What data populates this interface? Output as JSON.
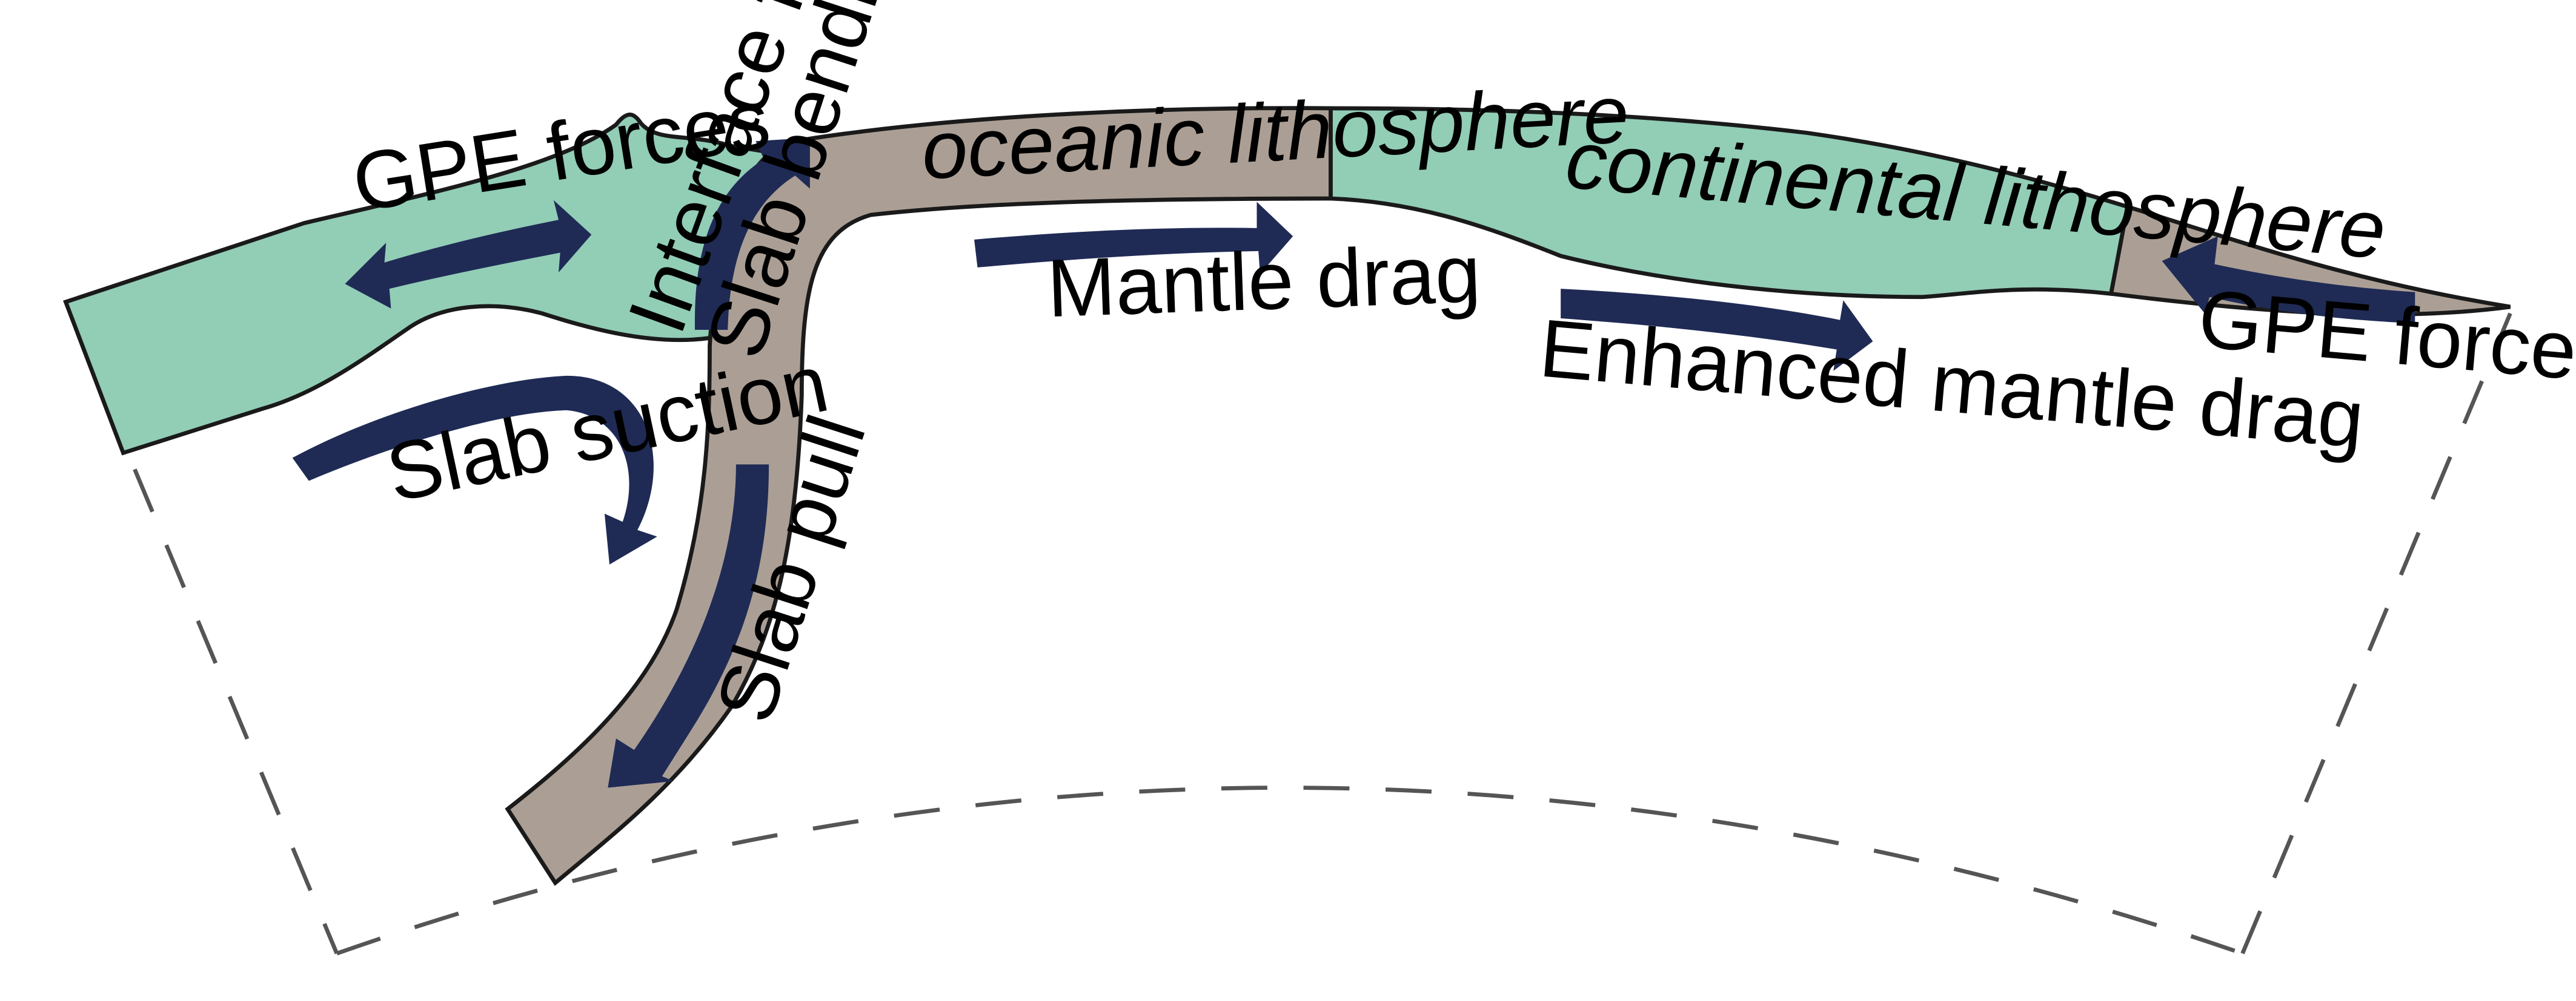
{
  "colors": {
    "oceanic": "#ab9f95",
    "continental": "#92cdb6",
    "arrow": "#1f2b55",
    "outline": "#1a1a1a",
    "domain_boundary": "#555555",
    "background": "#ffffff"
  },
  "labels": {
    "oceanic_lithosphere": "oceanic lithosphere",
    "continental_lithosphere": "continental lithosphere",
    "gpe_forces_left": "GPE forces",
    "gpe_forces_right": "GPE forces",
    "interface_friction": "Interface friction",
    "slab_bending": "Slab bending",
    "slab_suction": "Slab suction",
    "slab_pull": "Slab pull",
    "mantle_drag": "Mantle drag",
    "enhanced_mantle_drag": "Enhanced mantle drag"
  }
}
